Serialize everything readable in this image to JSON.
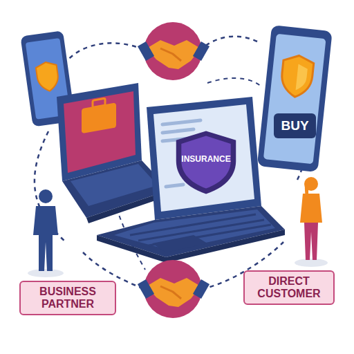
{
  "diagram": {
    "nodes": [
      {
        "text": [
          "BUY"
        ]
      },
      {
        "text": [
          "INSURANCE"
        ]
      },
      {
        "text": [
          "BUSINESS PARTNER"
        ]
      },
      {
        "text": [
          "DIRECT CUSTOMER"
        ]
      }
    ]
  }
}
